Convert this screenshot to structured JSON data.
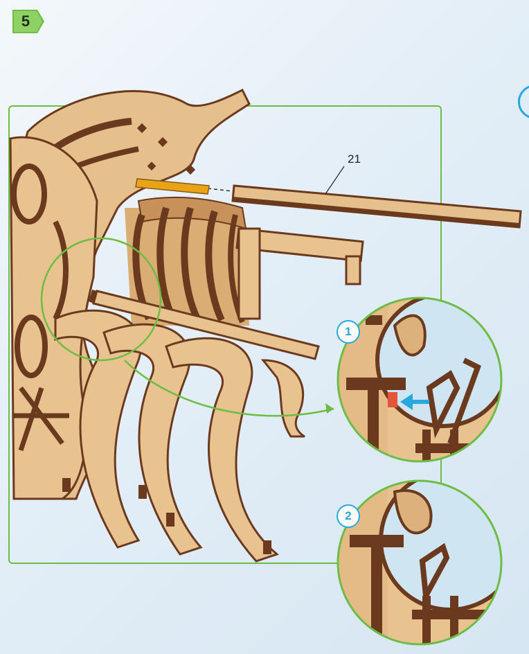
{
  "step": {
    "number": "5"
  },
  "part": {
    "label": "21"
  },
  "details": [
    {
      "number": "1"
    },
    {
      "number": "2"
    }
  ],
  "colors": {
    "frame": "#6cbd45",
    "callout": "#29a8e0",
    "wood": "#e8c28f",
    "wood_edge": "#6b3a1e",
    "glue": "#e8a317",
    "marker": "#e2553b"
  }
}
